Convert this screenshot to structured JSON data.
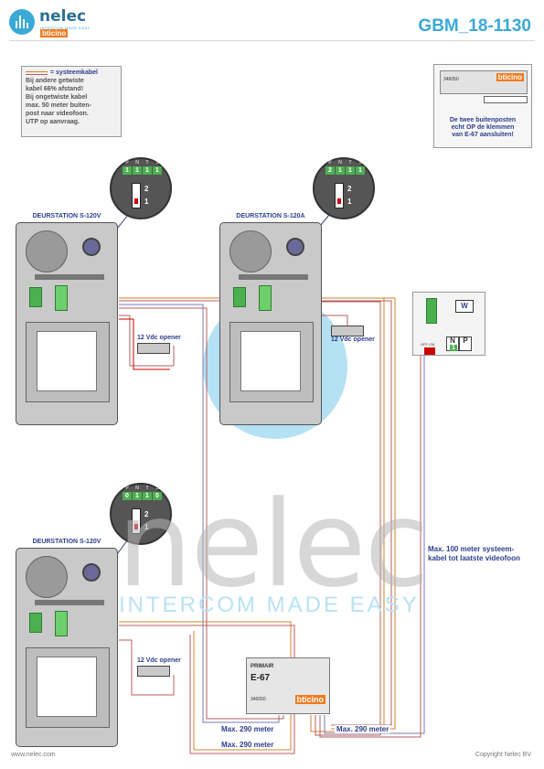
{
  "header": {
    "brand": "nelec",
    "tagline": "INTERCOM MADE EASY",
    "sub_brand": "bticino",
    "document_code": "GBM_18-1130"
  },
  "legend": {
    "key_label": "= systeemkabel",
    "lines": [
      "Bij andere getwiste",
      "kabel 66% afstand!",
      "Bij ongetwiste kabel",
      "max. 50 meter buiten-",
      "post naar videofoon.",
      "UTP op aanvraag."
    ]
  },
  "reference_module": {
    "article": "346050",
    "brand": "bticino",
    "note_lines": [
      "De twee buitenposten",
      "echt OP de klemmen",
      "van E-67 aansluiten!"
    ]
  },
  "stations": [
    {
      "title": "DEURSTATION S-120V",
      "dip": [
        "1",
        "1",
        "1",
        "1"
      ],
      "opener": "12 Vdc opener"
    },
    {
      "title": "DEURSTATION S-120A",
      "dip": [
        "2",
        "1",
        "1",
        "1"
      ],
      "opener": "12 Vdc opener"
    },
    {
      "title": "DEURSTATION S-120V",
      "dip": [
        "0",
        "1",
        "1",
        "0"
      ],
      "opener": "12 Vdc opener"
    }
  ],
  "dip_labels": [
    "P",
    "N",
    "T",
    "S"
  ],
  "switch_numbers": [
    "2",
    "1"
  ],
  "monitor": {
    "screen": "W",
    "term_n": "N",
    "term_p": "P",
    "value": "1",
    "off_label": "OFF-ON"
  },
  "power_supply": {
    "primary": "PRIMAIR",
    "model": "E-67",
    "article": "346050",
    "brand": "bticino"
  },
  "distances": {
    "left": "Max. 290 meter",
    "right": "Max. 290 meter",
    "bottom": "Max. 290 meter",
    "monitor_lines": [
      "Max. 100 meter systeem-",
      "kabel tot laatste videofoon"
    ]
  },
  "watermark": {
    "word": "nelec",
    "tagline": "INTERCOM MADE EASY"
  },
  "footer": {
    "url": "www.nelec.com",
    "copyright": "Copyright Nelec BV"
  },
  "colors": {
    "accent": "#3aa9d6",
    "label": "#2c3f8c",
    "wire_a": "#d3812a",
    "wire_b": "#b85c5c",
    "wire_c": "#7a7ab8",
    "brand_orange": "#f07b1e"
  }
}
